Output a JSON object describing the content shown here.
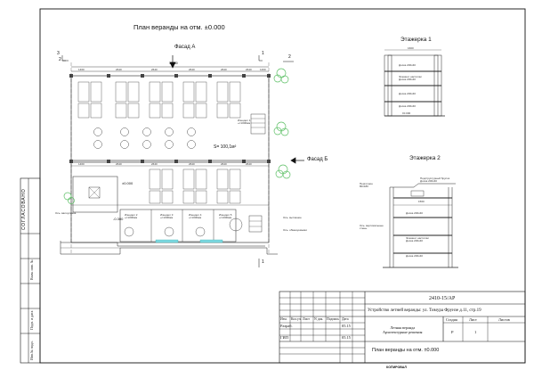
{
  "plan": {
    "title": "План веранды на отм. ±0.000",
    "facade_a": "Фасад А",
    "facade_b": "Фасад Б",
    "area": "S= 100,1м²",
    "elevation_main": "±0.000",
    "elevation_low": "-0.300",
    "axis_top_left": "3",
    "axis_top_left_num": "2",
    "axis_top_right": "1",
    "axis_top_right_num": "2",
    "axis_right_bottom": "1",
    "dims_top": [
      "1460",
      "2640",
      "2640",
      "2640",
      "2640",
      "2640",
      "1460"
    ],
    "total_dim": "16480",
    "dims_mid": [
      "1460",
      "2640",
      "2640",
      "2640",
      "2640",
      "2640"
    ],
    "notes": {
      "tree_left": "Ось. валоуловка",
      "tree_right_1": "Ось. вытяжное",
      "tree_right_2": "Ось. обменуемыми",
      "dim_small": [
        "Изнедел 1\n»=1000мм",
        "Изнедел 2\n»=1000мм",
        "Изнедел 3\n»=1000мм",
        "Изнедел 4\n»=1000мм",
        "Изнедел 5\n»=1000мм"
      ]
    }
  },
  "shelf1": {
    "title": "Этажерка 1",
    "notes": [
      "Доска 200х40",
      "Элемент настилки\nДоска 200х40",
      "Доска 200х40",
      "Доска 200х40"
    ],
    "dim": "1600",
    "elev": "±0.000"
  },
  "shelf2": {
    "title": "Этажерка 2",
    "notes": [
      "Ось. вертикальные\nстены",
      "Перголное\n80х180",
      "Подструктурный брусок\nДоска 200х40",
      "Доска 200х40",
      "Элемент настилки\nДоска 200х40",
      "Доска 200х40"
    ],
    "dim": "1560"
  },
  "stamp": {
    "code": "2410-15/АР",
    "project": "Устройство летней веранды: ул. Тимура Фрунзе д.11, стр.19",
    "cols": [
      "Изм.",
      "Кол.уч.",
      "Лист",
      "N док.",
      "Подпись",
      "Дата"
    ],
    "row1": [
      "Разраб.",
      "",
      "",
      "",
      "",
      "05.15"
    ],
    "row2": [
      "ГИП",
      "",
      "",
      "",
      "",
      "05.15"
    ],
    "section": "Летняя веранда\nАрхитектурные решения",
    "stage_label": "Стадия",
    "sheet_label": "Лист",
    "sheets_label": "Листов",
    "stage": "Р",
    "sheet": "1",
    "sheets": "",
    "drawing": "План веранды на отм. ±0.000",
    "copied": "КОПИРОВАЛ",
    "format": ""
  },
  "side_stamp": {
    "top_label": "СОГЛАСОВАНО",
    "labels": [
      "Взам. инв. №",
      "Подп. и дата",
      "Инв.№ подл."
    ]
  }
}
